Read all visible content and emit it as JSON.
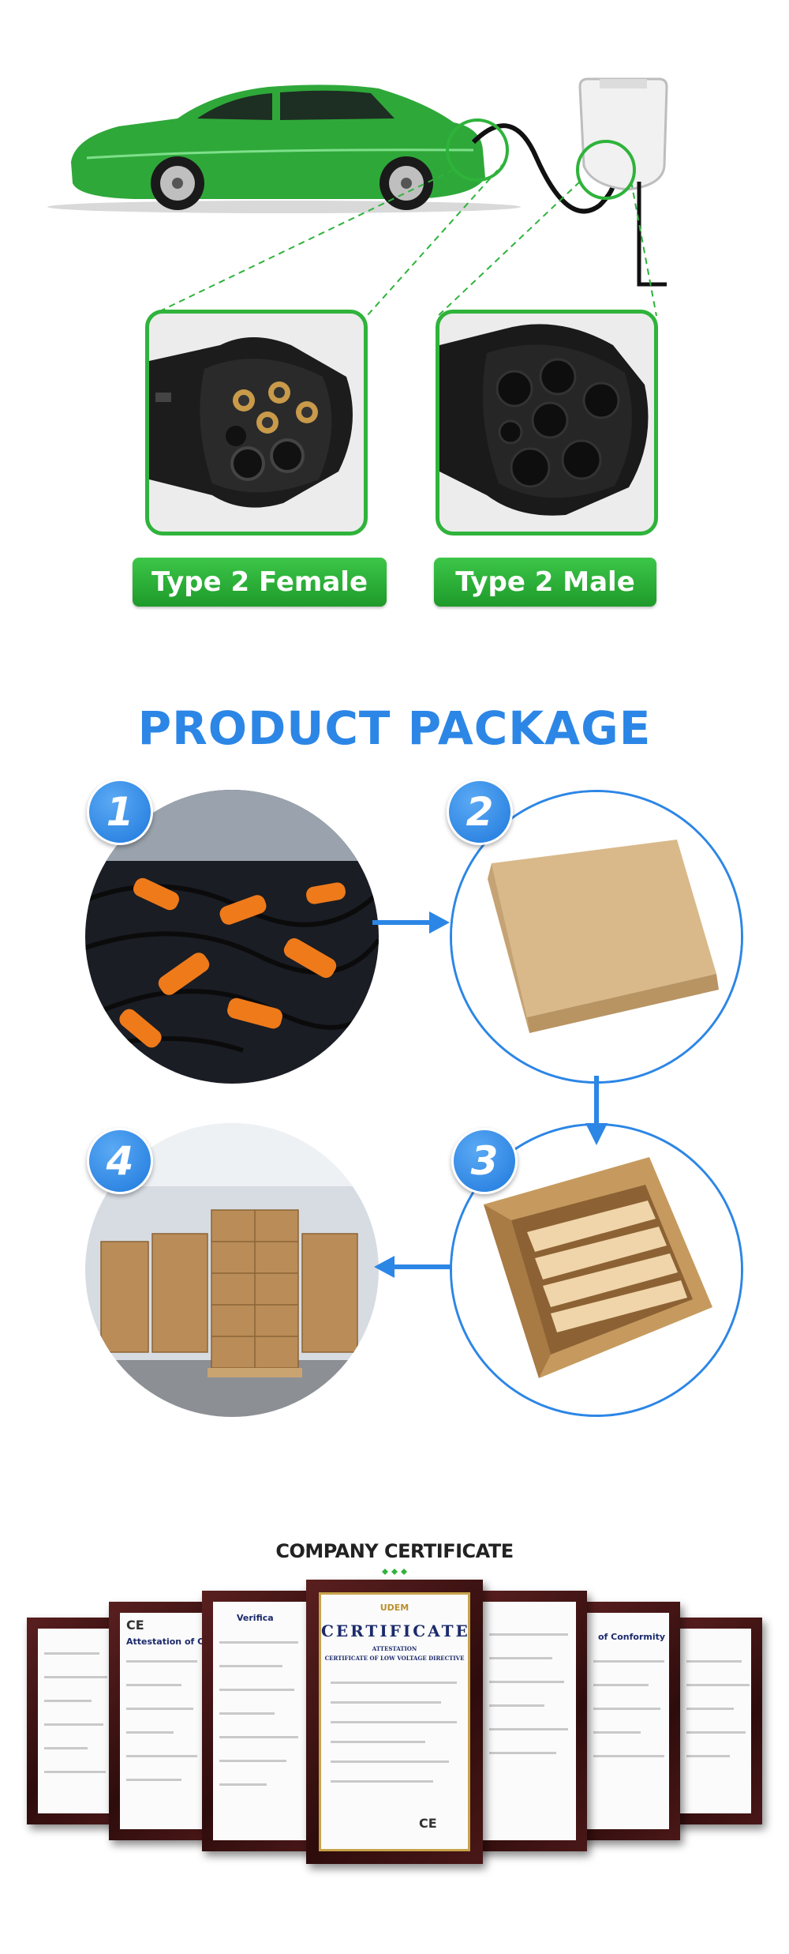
{
  "connectors": {
    "female_label": "Type 2 Female",
    "male_label": "Type 2 Male"
  },
  "package": {
    "title": "PRODUCT PACKAGE",
    "steps": [
      "1",
      "2",
      "3",
      "4"
    ]
  },
  "certificates": {
    "title": "COMPANY CERTIFICATE",
    "main_cert_title": "CERTIFICATE",
    "main_cert_sub1": "ATTESTATION",
    "main_cert_sub2": "CERTIFICATE OF LOW VOLTAGE DIRECTIVE",
    "main_cert_logo": "UDEM",
    "conformity_text": "of Conformity",
    "attestation_text": "Attestation of Co",
    "verif_text": "Verifica",
    "ce_mark": "CE"
  },
  "colors": {
    "green": "#2fb33b",
    "blue": "#2c86e6",
    "frame": "#3e1212"
  }
}
